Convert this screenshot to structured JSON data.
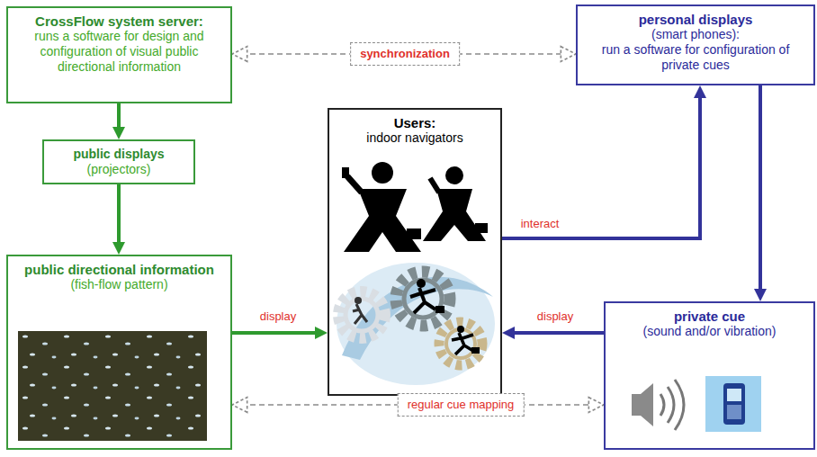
{
  "diagram": {
    "nodes": [
      {
        "text": [
          "CrossFlow system server:",
          "runs a software for design and configuration of visual public directional information"
        ]
      },
      {
        "text": [
          "public displays",
          "(projectors)"
        ]
      },
      {
        "text": [
          "public directional information",
          "(fish-flow pattern)"
        ]
      },
      {
        "text": [
          "Users:",
          "indoor navigators"
        ]
      },
      {
        "text": [
          "personal displays",
          "(smart phones):",
          "run a software for configuration of private cues"
        ]
      },
      {
        "text": [
          "private cue",
          "(sound and/or vibration)"
        ]
      }
    ],
    "edges": [
      {
        "from": 0,
        "to": 1,
        "arrow": "to"
      },
      {
        "from": 1,
        "to": 2,
        "arrow": "to"
      },
      {
        "from": 2,
        "to": 3,
        "label": "display",
        "arrow": "to"
      },
      {
        "from": 3,
        "to": 4,
        "label": "interact",
        "arrow": "to"
      },
      {
        "from": 4,
        "to": 5,
        "arrow": "to"
      },
      {
        "from": 5,
        "to": 3,
        "label": "display",
        "arrow": "to"
      },
      {
        "from": 0,
        "to": 4,
        "label": "synchronization",
        "arrow": "both"
      },
      {
        "from": 2,
        "to": 5,
        "label": "regular cue mapping",
        "arrow": "both"
      }
    ]
  }
}
